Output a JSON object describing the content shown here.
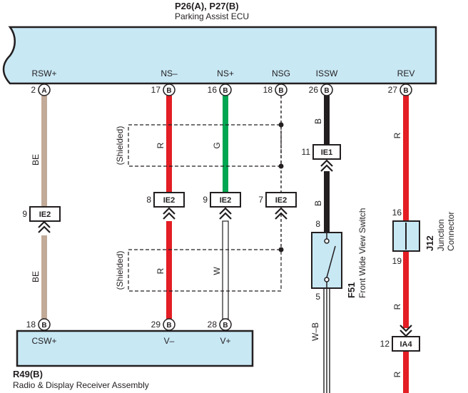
{
  "colors": {
    "ecu_fill": "#c8e8f4",
    "wire_red": "#e31e24",
    "wire_green": "#00a651",
    "wire_beige": "#c2aa98",
    "wire_black": "#231f20",
    "wire_white": "#ffffff",
    "outline": "#231f20"
  },
  "ecu": {
    "code": "P26(A), P27(B)",
    "name": "Parking Assist ECU",
    "terminals": [
      {
        "label": "RSW+",
        "pin": "2",
        "conn": "A"
      },
      {
        "label": "NS–",
        "pin": "17",
        "conn": "B"
      },
      {
        "label": "NS+",
        "pin": "16",
        "conn": "B"
      },
      {
        "label": "NSG",
        "pin": "18",
        "conn": "B"
      },
      {
        "label": "ISSW",
        "pin": "26",
        "conn": "B"
      },
      {
        "label": "REV",
        "pin": "27",
        "conn": "B"
      }
    ]
  },
  "receiver": {
    "code": "R49(B)",
    "name": "Radio & Display Receiver Assembly",
    "terminals": [
      {
        "label": "CSW+",
        "pin": "18",
        "conn": "B"
      },
      {
        "label": "V–",
        "pin": "29",
        "conn": "B"
      },
      {
        "label": "V+",
        "pin": "28",
        "conn": "B"
      }
    ]
  },
  "wires": {
    "rsw_upper": "BE",
    "rsw_lower": "BE",
    "nsm_upper": "R",
    "nsm_lower": "R",
    "nsp_upper": "G",
    "nsp_lower": "W",
    "issw_upper": "B",
    "issw_middle": "B",
    "issw_lower": "W–B",
    "rev_upper": "R",
    "rev_middle": "R",
    "rev_lower": "R"
  },
  "shield_label": "(Shielded)",
  "connectors": [
    {
      "pin": "9",
      "label": "IE2"
    },
    {
      "pin": "8",
      "label": "IE2"
    },
    {
      "pin": "9",
      "label": "IE2"
    },
    {
      "pin": "7",
      "label": "IE2"
    },
    {
      "pin": "11",
      "label": "IE1"
    },
    {
      "pin": "12",
      "label": "IA4"
    }
  ],
  "front_switch": {
    "code": "F51",
    "name": "Front Wide View Switch",
    "pin_top": "8",
    "pin_bottom": "5"
  },
  "junction": {
    "code": "J12",
    "name_line1": "Junction",
    "name_line2": "Connector",
    "pin_top": "16",
    "pin_bottom": "19"
  }
}
